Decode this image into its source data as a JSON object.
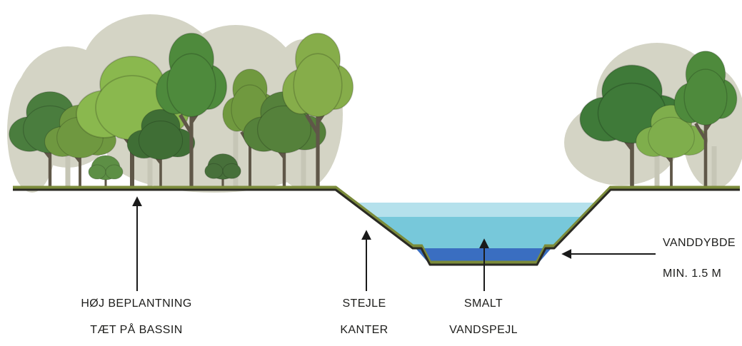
{
  "labels": {
    "planting": {
      "line1": "HØJ BEPLANTNING",
      "line2": "TÆT PÅ BASSIN"
    },
    "edges": {
      "line1": "STEJLE",
      "line2": "KANTER"
    },
    "surface": {
      "line1": "SMALT",
      "line2": "VANDSPEJL"
    },
    "depth": {
      "line1": "VANDDYBDE",
      "line2": "MIN. 1.5 M"
    }
  },
  "colors": {
    "water_surface_light": "#b5e1ec",
    "water_mid": "#77c8da",
    "water_deep": "#3a6ec1",
    "ground_line": "#2a2a23",
    "grass": "#7b8b3a",
    "background_foliage": "#d4d4c5",
    "arrow": "#1a1a1a"
  }
}
